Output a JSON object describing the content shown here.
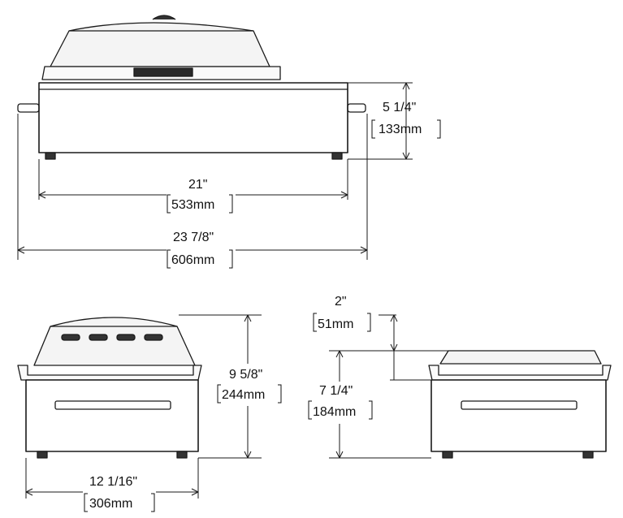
{
  "dimensions": {
    "front_height_in": "5 1/4\"",
    "front_height_mm": "133mm",
    "base_width_in": "21\"",
    "base_width_mm": "533mm",
    "overall_width_in": "23 7/8\"",
    "overall_width_mm": "606mm",
    "overall_height_in": "9 5/8\"",
    "overall_height_mm": "244mm",
    "depth_in": "12 1/16\"",
    "depth_mm": "306mm",
    "lid_offset_in": "2\"",
    "lid_offset_mm": "51mm",
    "no_lid_height_in": "7 1/4\"",
    "no_lid_height_mm": "184mm"
  }
}
